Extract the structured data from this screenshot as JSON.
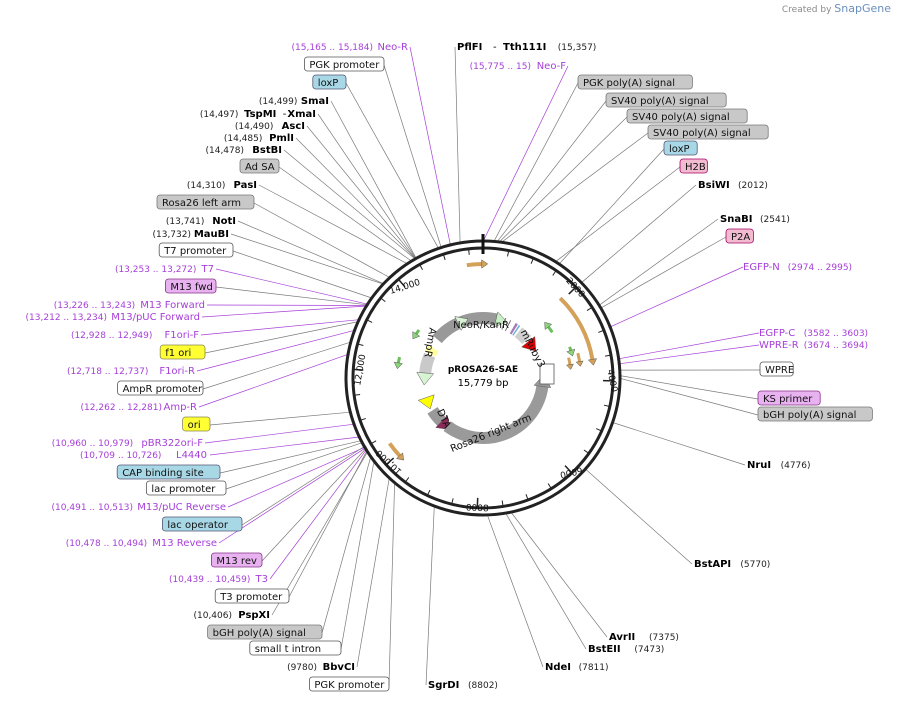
{
  "watermark": {
    "prefix": "Created by",
    "brand": "SnapGene"
  },
  "plasmid": {
    "name": "pROSA26-SAE",
    "size": "15,779 bp"
  },
  "ticks": [
    "2000",
    "4000",
    "6000",
    "8000",
    "10,000",
    "12,000",
    "14,000"
  ],
  "features": [
    {
      "name": "NeoR/KanR"
    },
    {
      "name": "mRuby3"
    },
    {
      "name": "AmpR"
    },
    {
      "name": "DTA"
    },
    {
      "name": "Rosa26 right arm"
    }
  ],
  "labels": [
    {
      "text": "Neo-R",
      "pos": "(15,165 .. 15,184)",
      "kind": "primer"
    },
    {
      "text": "PflFI",
      "sep": "-",
      "text2": "Tth111I",
      "pos": "(15,357)",
      "kind": "enzyme"
    },
    {
      "text": "Neo-F",
      "pos": "(15,775 .. 15)",
      "kind": "primer"
    },
    {
      "text": "PGK promoter",
      "kind": "box-white"
    },
    {
      "text": "PGK poly(A) signal",
      "kind": "box-gray"
    },
    {
      "text": "loxP",
      "kind": "box-blue"
    },
    {
      "text": "SV40 poly(A) signal",
      "kind": "box-gray"
    },
    {
      "text": "SmaI",
      "pos": "(14,499)",
      "kind": "enzyme"
    },
    {
      "text": "TspMI",
      "sep": "-",
      "text2": "XmaI",
      "pos": "(14,497)",
      "kind": "enzyme"
    },
    {
      "text": "SV40 poly(A) signal",
      "kind": "box-gray"
    },
    {
      "text": "AscI",
      "pos": "(14,490)",
      "kind": "enzyme"
    },
    {
      "text": "SV40 poly(A) signal",
      "kind": "box-gray"
    },
    {
      "text": "PmlI",
      "pos": "(14,485)",
      "kind": "enzyme"
    },
    {
      "text": "BstBI",
      "pos": "(14,478)",
      "kind": "enzyme"
    },
    {
      "text": "loxP",
      "kind": "box-blue"
    },
    {
      "text": "Ad SA",
      "kind": "box-gray"
    },
    {
      "text": "H2B",
      "kind": "box-pink"
    },
    {
      "text": "PasI",
      "pos": "(14,310)",
      "kind": "enzyme"
    },
    {
      "text": "BsiWI",
      "pos": "(2012)",
      "kind": "enzyme-right"
    },
    {
      "text": "Rosa26 left arm",
      "kind": "box-gray"
    },
    {
      "text": "NotI",
      "pos": "(13,741)",
      "kind": "enzyme"
    },
    {
      "text": "SnaBI",
      "pos": "(2541)",
      "kind": "enzyme-right"
    },
    {
      "text": "MauBI",
      "pos": "(13,732)",
      "kind": "enzyme"
    },
    {
      "text": "P2A",
      "kind": "box-pink"
    },
    {
      "text": "T7 promoter",
      "kind": "box-white"
    },
    {
      "text": "EGFP-N",
      "pos": "(2974 .. 2995)",
      "kind": "primer-right"
    },
    {
      "text": "T7",
      "pos": "(13,253 .. 13,272)",
      "kind": "primer"
    },
    {
      "text": "M13 fwd",
      "kind": "box-purple"
    },
    {
      "text": "M13 Forward",
      "pos": "(13,226 .. 13,243)",
      "kind": "primer"
    },
    {
      "text": "M13/pUC Forward",
      "pos": "(13,212 .. 13,234)",
      "kind": "primer"
    },
    {
      "text": "F1ori-F",
      "pos": "(12,928 .. 12,949)",
      "kind": "primer"
    },
    {
      "text": "EGFP-C",
      "pos": "(3582 .. 3603)",
      "kind": "primer-right"
    },
    {
      "text": "WPRE-R",
      "pos": "(3674 .. 3694)",
      "kind": "primer-right"
    },
    {
      "text": "f1 ori",
      "kind": "box-yellow"
    },
    {
      "text": "F1ori-R",
      "pos": "(12,718 .. 12,737)",
      "kind": "primer"
    },
    {
      "text": "WPRE",
      "kind": "box-white"
    },
    {
      "text": "AmpR promoter",
      "kind": "box-white"
    },
    {
      "text": "KS primer",
      "kind": "box-purple"
    },
    {
      "text": "Amp-R",
      "pos": "(12,262 .. 12,281)",
      "kind": "primer"
    },
    {
      "text": "bGH poly(A) signal",
      "kind": "box-gray"
    },
    {
      "text": "ori",
      "kind": "box-yellow"
    },
    {
      "text": "pBR322ori-F",
      "pos": "(10,960 .. 10,979)",
      "kind": "primer"
    },
    {
      "text": "L4440",
      "pos": "(10,709 .. 10,726)",
      "kind": "primer"
    },
    {
      "text": "NruI",
      "pos": "(4776)",
      "kind": "enzyme-right"
    },
    {
      "text": "CAP binding site",
      "kind": "box-blue"
    },
    {
      "text": "lac promoter",
      "kind": "box-white"
    },
    {
      "text": "M13/pUC Reverse",
      "pos": "(10,491 .. 10,513)",
      "kind": "primer"
    },
    {
      "text": "lac operator",
      "kind": "box-blue"
    },
    {
      "text": "M13 Reverse",
      "pos": "(10,478 .. 10,494)",
      "kind": "primer"
    },
    {
      "text": "M13 rev",
      "kind": "box-purple"
    },
    {
      "text": "BstAPI",
      "pos": "(5770)",
      "kind": "enzyme-right"
    },
    {
      "text": "T3",
      "pos": "(10,439 .. 10,459)",
      "kind": "primer"
    },
    {
      "text": "T3 promoter",
      "kind": "box-white"
    },
    {
      "text": "PspXI",
      "pos": "(10,406)",
      "kind": "enzyme"
    },
    {
      "text": "bGH poly(A) signal",
      "kind": "box-gray"
    },
    {
      "text": "AvrII",
      "pos": "(7375)",
      "kind": "enzyme-right"
    },
    {
      "text": "BstEII",
      "pos": "(7473)",
      "kind": "enzyme-right"
    },
    {
      "text": "small t intron",
      "kind": "box-white"
    },
    {
      "text": "NdeI",
      "pos": "(7811)",
      "kind": "enzyme-right"
    },
    {
      "text": "BbvCI",
      "pos": "(9780)",
      "kind": "enzyme"
    },
    {
      "text": "PGK promoter",
      "kind": "box-white"
    },
    {
      "text": "SgrDI",
      "pos": "(8802)",
      "kind": "enzyme-right"
    }
  ]
}
